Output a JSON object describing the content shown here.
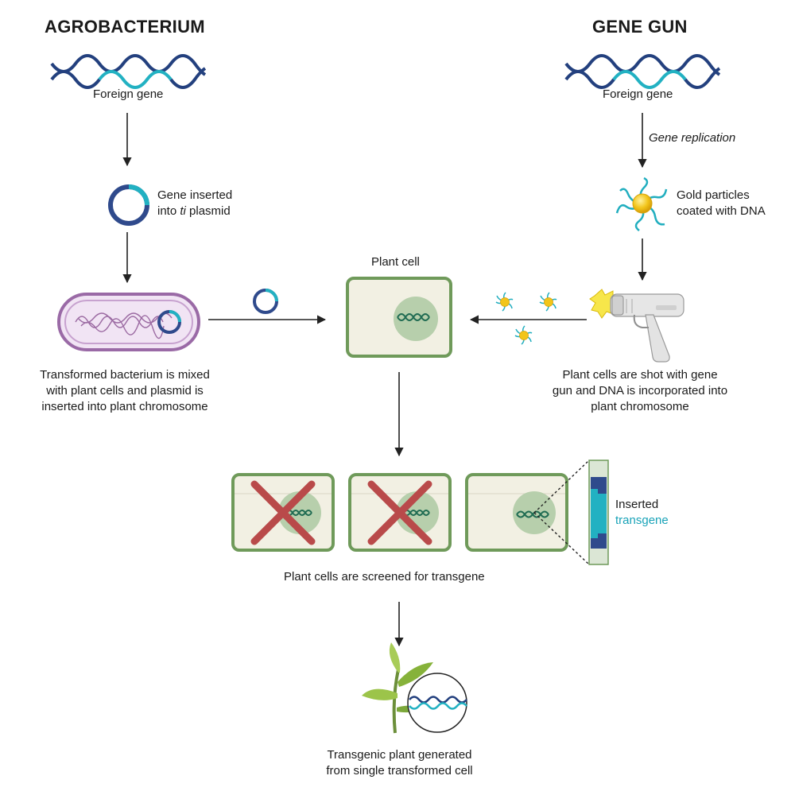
{
  "headings": {
    "left": "AGROBACTERIUM",
    "right": "GENE GUN"
  },
  "agro": {
    "foreign_gene": "Foreign gene",
    "plasmid_line1": "Gene inserted",
    "plasmid_into": "into ",
    "plasmid_ti": "ti",
    "plasmid_rest": " plasmid",
    "bacterium_lines": [
      "Transformed bacterium is mixed",
      "with plant cells and plasmid is",
      "inserted into plant chromosome"
    ]
  },
  "gun": {
    "foreign_gene": "Foreign gene",
    "replication": "Gene replication",
    "gold_lines": [
      "Gold particles",
      "coated with DNA"
    ],
    "shot_lines": [
      "Plant cells are shot with gene",
      "gun and DNA is incorporated into",
      "plant chromosome"
    ]
  },
  "center": {
    "plant_cell": "Plant cell",
    "screened": "Plant cells are screened for transgene",
    "inserted": "Inserted",
    "transgene": "transgene",
    "plant_lines": [
      "Transgenic plant generated",
      "from single transformed cell"
    ]
  },
  "colors": {
    "dna_dark": "#23407e",
    "dna_teal": "#22b1c2",
    "cell_border": "#6f9a5a",
    "cell_fill": "#f2f0e3",
    "nucleus": "#b7cfac",
    "cross": "#b94a4a",
    "gold": "#f2c51a",
    "bacterium": "#a16cad"
  }
}
